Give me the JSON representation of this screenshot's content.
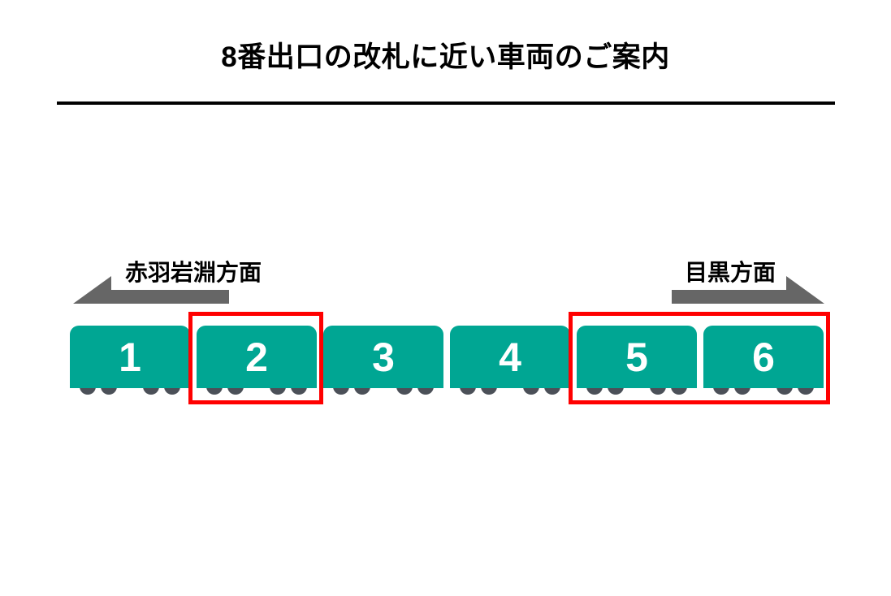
{
  "page": {
    "title": "8番出口の改札に近い車両のご案内",
    "background_color": "#ffffff"
  },
  "colors": {
    "car_body": "#00a693",
    "car_number": "#ffffff",
    "wheel": "#4b5058",
    "arrow_gray": "#666666",
    "highlight_red": "#ff0000",
    "rule_black": "#000000"
  },
  "directions": {
    "left": {
      "label": "赤羽岩淵方面",
      "arrow_icon": "arrow-left-icon",
      "points": "left"
    },
    "right": {
      "label": "目黒方面",
      "arrow_icon": "arrow-right-icon",
      "points": "right"
    }
  },
  "train": {
    "car_count": 6,
    "cars": [
      {
        "number": "1",
        "highlighted": false
      },
      {
        "number": "2",
        "highlighted": true
      },
      {
        "number": "3",
        "highlighted": false
      },
      {
        "number": "4",
        "highlighted": false
      },
      {
        "number": "5",
        "highlighted": true
      },
      {
        "number": "6",
        "highlighted": true
      }
    ],
    "highlight_groups": [
      {
        "cars": [
          "2"
        ]
      },
      {
        "cars": [
          "5",
          "6"
        ]
      }
    ]
  }
}
